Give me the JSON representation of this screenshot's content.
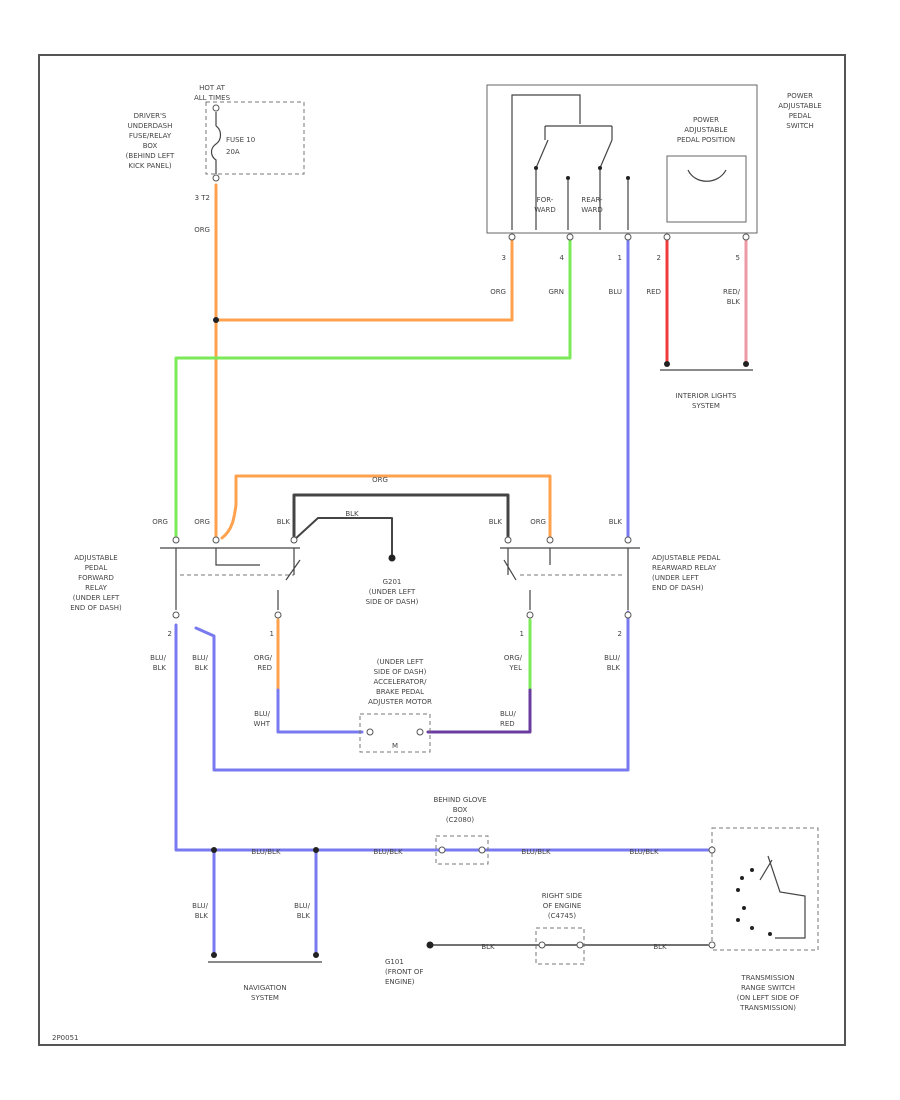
{
  "colors": {
    "orange": "#ffa14d",
    "green": "#7bea57",
    "blue": "#7a7af0",
    "red": "#ef3b3b",
    "pink": "#ee9aa6",
    "dark_blue": "#2c2ca8",
    "purple": "#6a3ca0",
    "black": "#444444"
  },
  "fuse_block": {
    "hot_at": "HOT AT",
    "all_times": "ALL TIMES",
    "location": [
      "DRIVER'S",
      "UNDERDASH",
      "FUSE/RELAY",
      "BOX",
      "(BEHIND LEFT",
      "KICK PANEL)"
    ],
    "fuse_label": "FUSE 10",
    "fuse_rating": "20A",
    "pin": "3 T2"
  },
  "pedal_switch": {
    "title": [
      "POWER",
      "ADJUSTABLE",
      "PEDAL",
      "SWITCH"
    ],
    "inner_title": [
      "POWER",
      "ADJUSTABLE",
      "PEDAL POSITION"
    ],
    "forward": [
      "FOR-",
      "WARD"
    ],
    "rearward": [
      "REAR-",
      "WARD"
    ],
    "pins": [
      "3",
      "4",
      "1",
      "2",
      "5"
    ],
    "wire_labels": [
      "ORG",
      "GRN",
      "BLU",
      "RED",
      "RED/\nBLK"
    ]
  },
  "interior_lights": [
    "INTERIOR LIGHTS",
    "SYSTEM"
  ],
  "forward_relay": {
    "title": [
      "ADJUSTABLE",
      "PEDAL",
      "FORWARD",
      "RELAY",
      "(UNDER LEFT",
      "END OF DASH)"
    ],
    "top_wires": [
      "ORG",
      "ORG",
      "BLK"
    ],
    "bottom_wires": [
      "BLU/\nBLK",
      "BLU/\nBLK",
      "ORG/\nRED"
    ],
    "pins": [
      "2",
      "1"
    ]
  },
  "rearward_relay": {
    "title": [
      "ADJUSTABLE PEDAL",
      "REARWARD RELAY",
      "(UNDER LEFT",
      "END OF DASH)"
    ],
    "top_wires": [
      "BLK",
      "ORG",
      "BLK"
    ],
    "bottom_wires": [
      "ORG/\nYEL",
      "BLU/\nBLK"
    ],
    "pins": [
      "1",
      "2"
    ]
  },
  "top_org_label": "ORG",
  "ground_g201": [
    "G201",
    "(UNDER LEFT",
    "SIDE OF DASH)"
  ],
  "brake_switch": {
    "title": [
      "(UNDER LEFT",
      "SIDE OF DASH)",
      "ACCELERATOR/",
      "BRAKE PEDAL",
      "ADJUSTER MOTOR"
    ],
    "motor": "M",
    "left_wire": "BLU/\nWHT",
    "right_wire": "BLU/\nRED",
    "mid_wire": "BLK"
  },
  "glove_box": {
    "title": [
      "BEHIND GLOVE",
      "BOX",
      "(C2080)"
    ],
    "wires": [
      "BLU/BLK",
      "BLU/BLK",
      "BLU/BLK",
      "BLU/BLK"
    ]
  },
  "engine_side": {
    "title": [
      "RIGHT SIDE",
      "OF ENGINE",
      "(C4745)"
    ],
    "wires": [
      "BLK",
      "BLK"
    ]
  },
  "ground_g101": [
    "G101",
    "(FRONT OF",
    "ENGINE)"
  ],
  "navigation": {
    "title": [
      "NAVIGATION",
      "SYSTEM"
    ],
    "wires": [
      "BLU/\nBLK",
      "BLU/\nBLK"
    ]
  },
  "trans_switch": {
    "title": [
      "TRANSMISSION",
      "RANGE SWITCH",
      "(ON LEFT SIDE OF",
      "TRANSMISSION)"
    ]
  },
  "corner_id": "2P0051"
}
